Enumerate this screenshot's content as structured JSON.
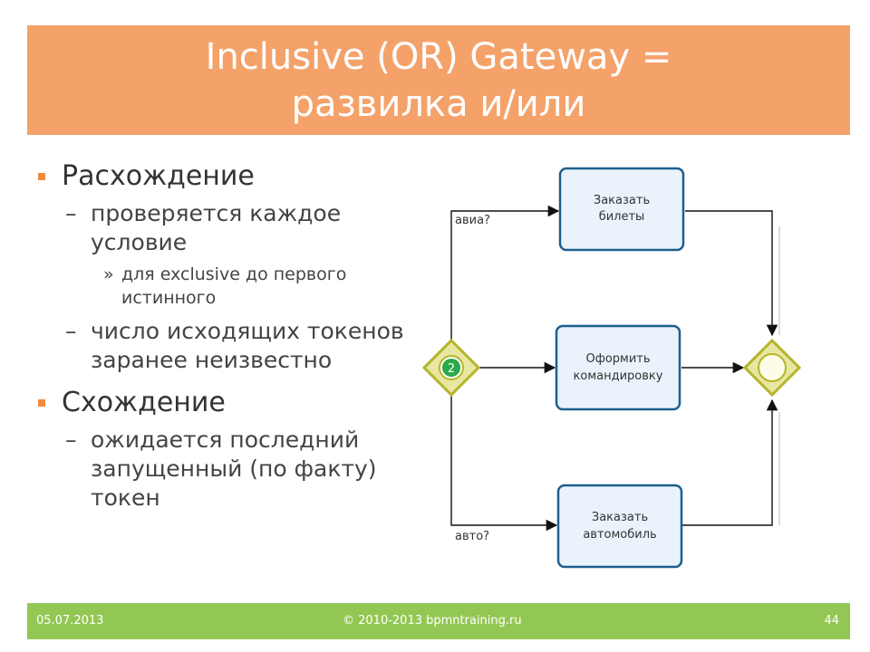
{
  "slide": {
    "title_line1": "Inclusive (OR) Gateway =",
    "title_line2": "развилка и/или"
  },
  "content": {
    "divergence": {
      "heading": "Расхождение",
      "point1": "проверяется каждое условие",
      "subpoint1": "для exclusive  до первого истинного",
      "point2": "число исходящих токенов заранее неизвестно"
    },
    "convergence": {
      "heading": "Схождение",
      "point1": "ожидается последний запущенный (по факту) токен"
    },
    "dash": "–",
    "sub_mark": "»"
  },
  "diagram": {
    "gateway_token": "2",
    "task_tickets": [
      "Заказать",
      "билеты"
    ],
    "task_trip": [
      "Оформить",
      "командировку"
    ],
    "task_car": [
      "Заказать",
      "автомобиль"
    ],
    "label_air": "авиа?",
    "label_car": "авто?",
    "colors": {
      "gateway_fill": "#e8e6a0",
      "gateway_stroke": "#b5b52c",
      "token_fill": "#2aa84a",
      "task_fill": "#eaf3fb",
      "task_stroke": "#1c5f8f"
    }
  },
  "footer": {
    "date": "05.07.2013",
    "copyright": "© 2010-2013 bpmntraining.ru",
    "page": "44"
  }
}
